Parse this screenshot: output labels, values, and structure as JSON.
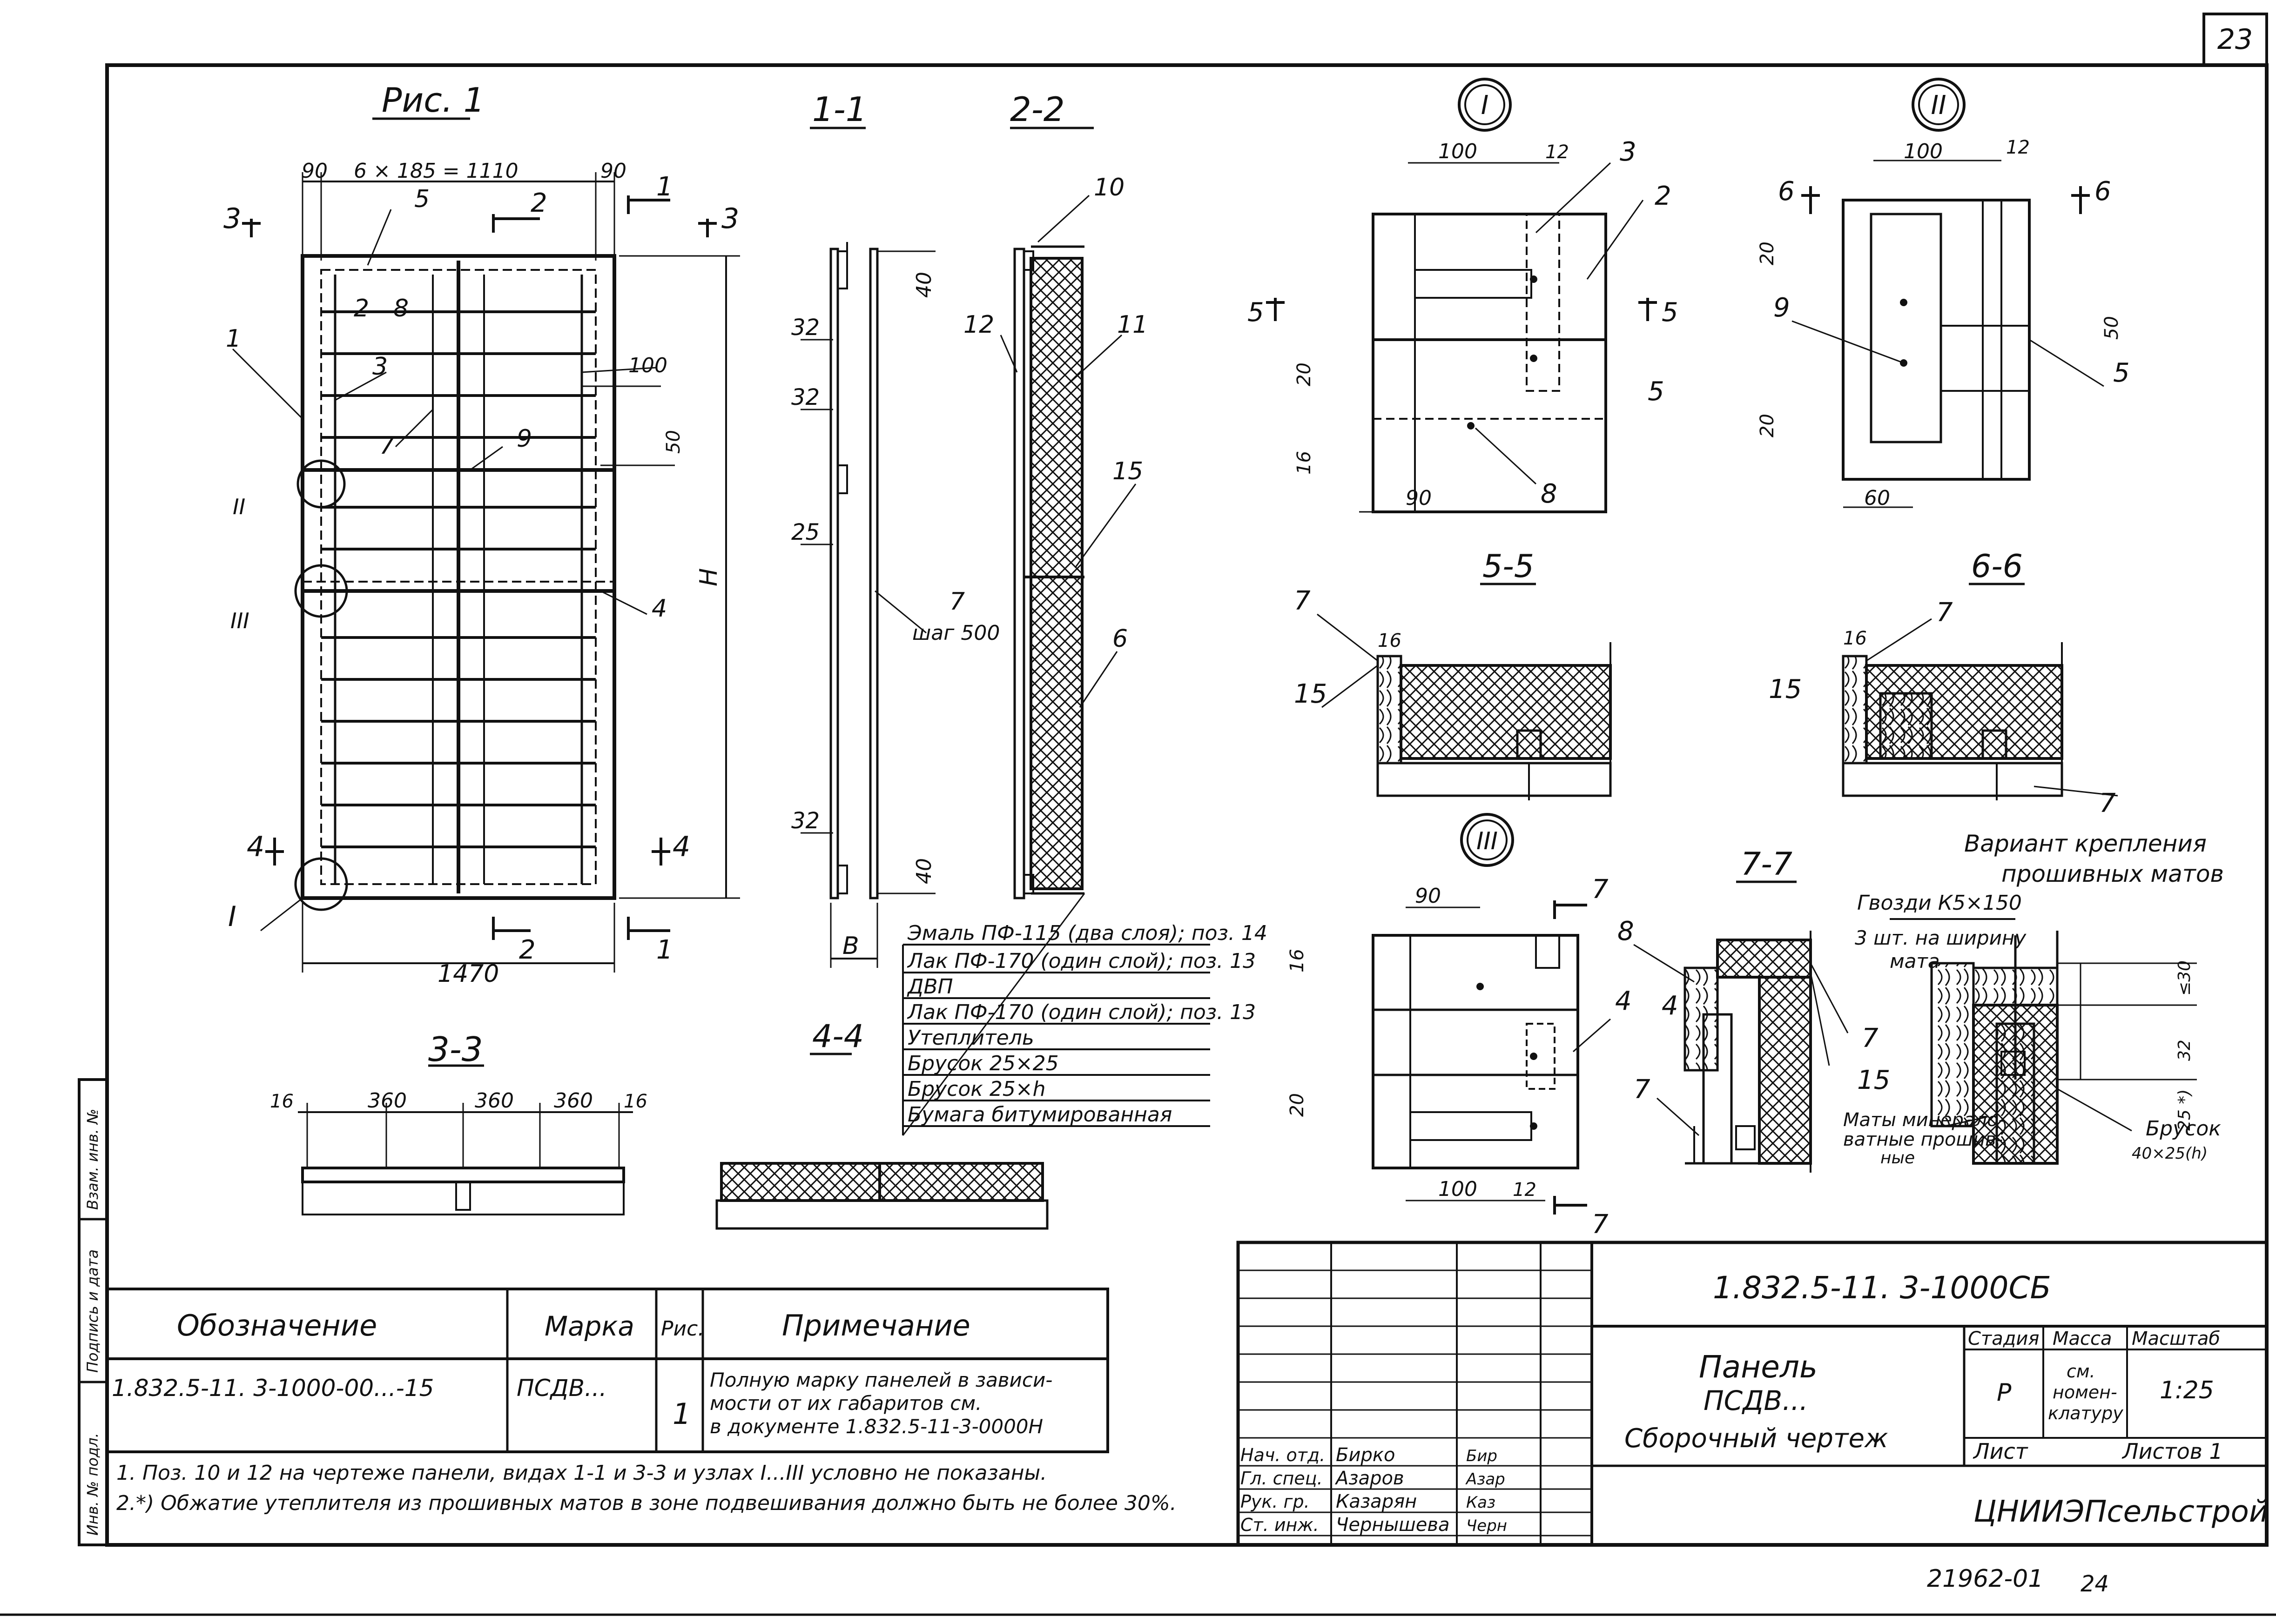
{
  "sheet": {
    "page_number": "23",
    "footer_number": "21962-01",
    "footer_page": "24",
    "left_margin_labels": [
      "Инв. № подл.",
      "Подпись и дата",
      "Взам. инв. №"
    ]
  },
  "figure1": {
    "title": "Рис. 1",
    "dims": {
      "left_90": "90",
      "span": "6 × 185 = 1110",
      "right_90": "90",
      "height": "H",
      "width": "1470",
      "dim_100": "100",
      "dim_50": "50"
    },
    "sections": {
      "s3_left": "3",
      "s3_right": "3",
      "s2_top": "2",
      "s1_top": "1",
      "s4_left": "4",
      "s4_right": "4",
      "s2_bottom": "2",
      "s1_bottom": "1"
    },
    "positions": [
      "1",
      "2",
      "3",
      "4",
      "5",
      "7",
      "8",
      "9"
    ],
    "nodes": [
      "II",
      "III",
      "I"
    ]
  },
  "section_1_1": {
    "title": "1-1",
    "dims": [
      "32",
      "32",
      "25",
      "32",
      "40",
      "40"
    ],
    "bottom_dim": "B",
    "note_pos": "7",
    "note_step": "шаг 500"
  },
  "section_2_2": {
    "title": "2-2",
    "positions": [
      "10",
      "12",
      "11",
      "15",
      "6"
    ]
  },
  "layers": [
    "Эмаль ПФ-115 (два слоя); поз. 14",
    "Лак ПФ-170 (один слой); поз. 13",
    "ДВП",
    "Лак ПФ-170 (один слой); поз. 13",
    "Утеплитель",
    "Брусок 25×25",
    "Брусок 25×h",
    "Бумага битумированная"
  ],
  "section_3_3": {
    "title": "3-3",
    "dims": [
      "16",
      "360",
      "360",
      "360",
      "16"
    ]
  },
  "section_4_4": {
    "title": "4-4"
  },
  "node_I": {
    "label": "I",
    "dims": [
      "100",
      "12",
      "20",
      "16",
      "90"
    ],
    "positions": [
      "3",
      "2",
      "5",
      "5",
      "5",
      "8"
    ]
  },
  "node_II": {
    "label": "II",
    "dims": [
      "100",
      "12",
      "20",
      "20",
      "50",
      "60"
    ],
    "positions": [
      "6",
      "6",
      "9",
      "5"
    ]
  },
  "section_5_5": {
    "title": "5-5",
    "dims": [
      "16"
    ],
    "positions": [
      "7",
      "15"
    ]
  },
  "section_6_6": {
    "title": "6-6",
    "dims": [
      "16"
    ],
    "positions": [
      "7",
      "15",
      "7"
    ]
  },
  "node_III": {
    "label": "III",
    "dims": [
      "90",
      "16",
      "20",
      "100",
      "12"
    ],
    "positions": [
      "7",
      "4",
      "7"
    ]
  },
  "section_7_7": {
    "title": "7-7",
    "positions": [
      "8",
      "4",
      "7",
      "15",
      "7"
    ]
  },
  "variant": {
    "title_line1": "Вариант крепления",
    "title_line2": "прошивных матов",
    "nail_line1": "Гвозди К5×150",
    "nail_line2": "3 шт. на ширину",
    "nail_line3": "мата",
    "dims": [
      "≤30",
      "32",
      "25 *)"
    ],
    "mats_label_1": "Маты минерало-",
    "mats_label_2": "ватные прошив-",
    "mats_label_3": "ные",
    "bar_label_1": "Брусок",
    "bar_label_2": "40×25(h)"
  },
  "spec_table": {
    "headers": [
      "Обозначение",
      "Марка",
      "Рис.",
      "Примечание"
    ],
    "row": {
      "designation": "1.832.5-11. 3-1000-00...-15",
      "mark": "ПСДВ...",
      "fig": "1",
      "note_1": "Полную марку панелей в зависи-",
      "note_2": "мости от их габаритов см.",
      "note_3": "в документе 1.832.5-11-3-0000Н"
    }
  },
  "notes": [
    "1. Поз. 10 и 12 на чертеже панели, видах 1-1 и 3-3 и узлах I...III условно не показаны.",
    "2.*) Обжатие утеплителя из прошивных матов в зоне подвешивания должно быть не более 30%."
  ],
  "title_block": {
    "code": "1.832.5-11. 3-1000СБ",
    "name_1": "Панель",
    "name_2": "ПСДВ...",
    "name_3": "Сборочный чертеж",
    "stage_label": "Стадия",
    "mass_label": "Масса",
    "scale_label": "Масштаб",
    "stage": "Р",
    "mass_1": "см.",
    "mass_2": "номен-",
    "mass_3": "клатуру",
    "scale": "1:25",
    "sheet_label": "Лист",
    "sheets_label": "Листов 1",
    "org": "ЦНИИЭПсельстрой",
    "people": [
      {
        "role": "Нач. отд.",
        "name": "Бирко",
        "sign": "Бир"
      },
      {
        "role": "Гл. спец.",
        "name": "Азаров",
        "sign": "Азар"
      },
      {
        "role": "Рук. гр.",
        "name": "Казарян",
        "sign": "Каз"
      },
      {
        "role": "Ст. инж.",
        "name": "Чернышева",
        "sign": "Черн"
      }
    ]
  }
}
